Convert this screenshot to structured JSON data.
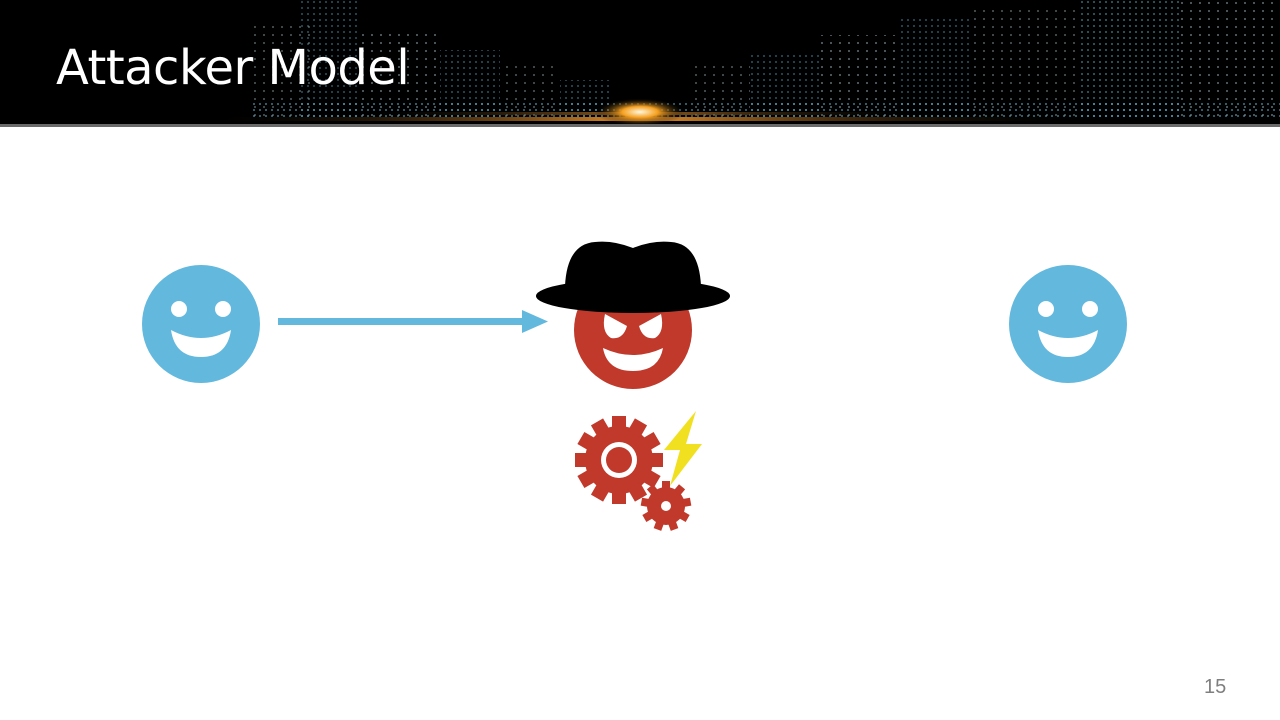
{
  "slide": {
    "title": "Attacker Model",
    "page_number": "15"
  },
  "colors": {
    "user_blue": "#63B8DE",
    "attacker_red": "#C0392B",
    "hat_black": "#000000",
    "lightning_yellow": "#F0E020",
    "banner_bg": "#000000",
    "page_number_gray": "#7F7F7F"
  },
  "diagram": {
    "nodes": [
      {
        "id": "sender",
        "icon": "smiley-face-icon",
        "color": "#63B8DE"
      },
      {
        "id": "attacker",
        "icon": "evil-face-with-hat-icon",
        "color": "#C0392B"
      },
      {
        "id": "receiver",
        "icon": "smiley-face-icon",
        "color": "#63B8DE"
      }
    ],
    "edges": [
      {
        "from": "sender",
        "to": "attacker",
        "style": "arrow",
        "color": "#63B8DE"
      }
    ],
    "attacker_tools": {
      "icon": "gears-with-lightning-icon"
    }
  }
}
